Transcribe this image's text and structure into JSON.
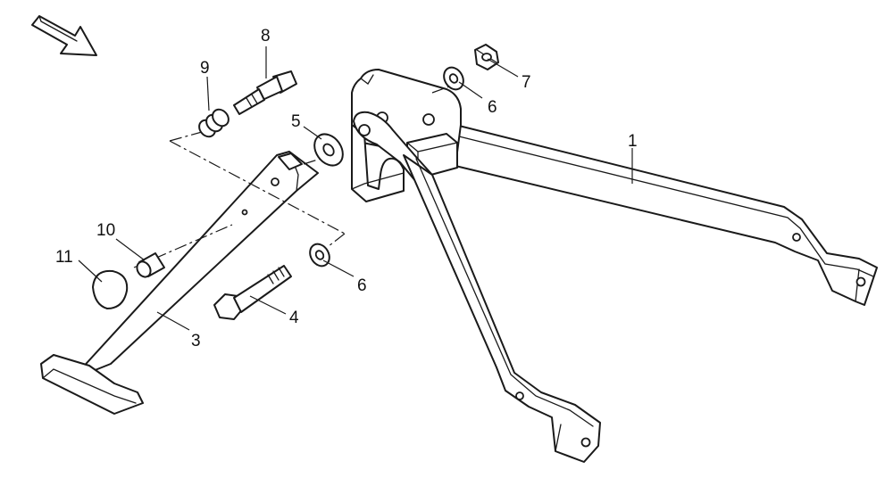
{
  "callouts": {
    "c1": "1",
    "c3": "3",
    "c4": "4",
    "c5": "5",
    "c6a": "6",
    "c6b": "6",
    "c7": "7",
    "c8": "8",
    "c9": "9",
    "c10": "10",
    "c11": "11"
  },
  "icons": {
    "direction": "arrow-down-right-icon"
  },
  "colors": {
    "line": "#1a1a1a",
    "background": "#ffffff"
  }
}
